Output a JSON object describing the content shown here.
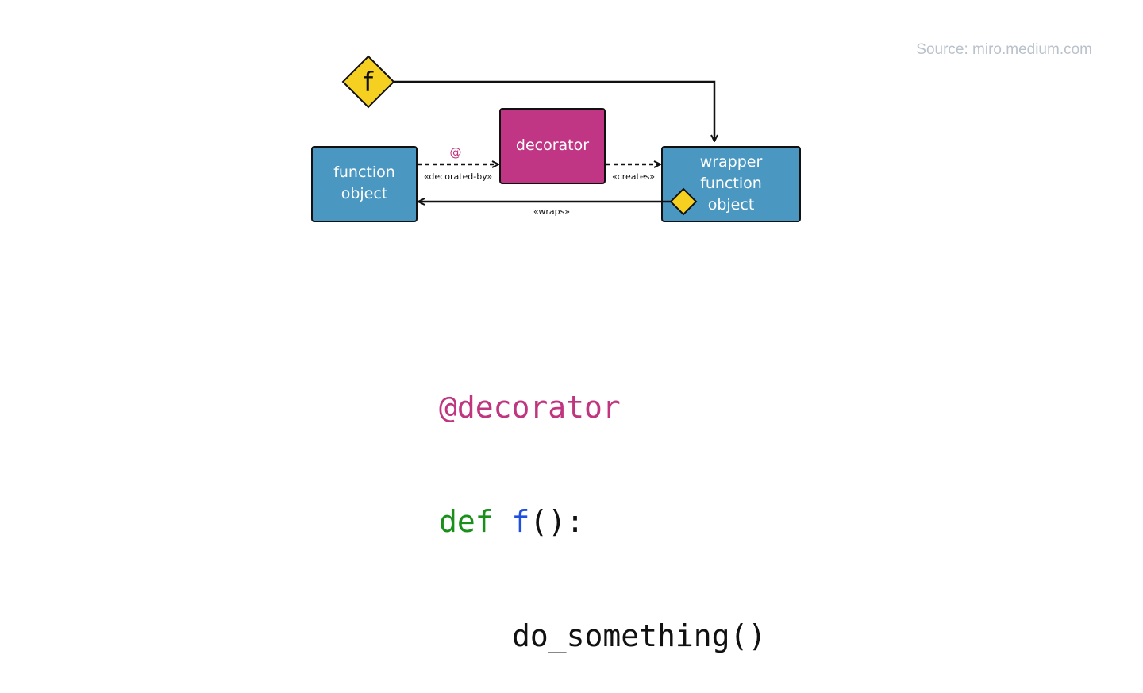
{
  "source": "Source: miro.medium.com",
  "diagram": {
    "f_symbol": "f",
    "boxes": {
      "function_object": [
        "function",
        "object"
      ],
      "decorator": [
        "decorator"
      ],
      "wrapper": [
        "wrapper",
        "function",
        "object"
      ]
    },
    "edges": {
      "decorated_by": "«decorated-by»",
      "at_sign": "@",
      "creates": "«creates»",
      "wraps": "«wraps»"
    },
    "colors": {
      "blue_box": "#4a98c2",
      "decorator_box": "#c13585",
      "diamond": "#f6d021"
    }
  },
  "code": {
    "decorator": "@decorator",
    "def_kw": "def",
    "fn_name": "f",
    "fn_sig": "():",
    "body": "do_something()"
  }
}
